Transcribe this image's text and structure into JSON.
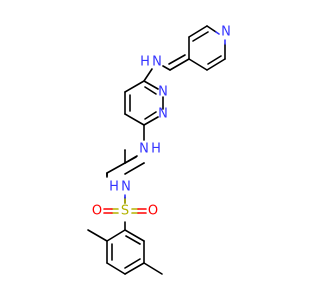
{
  "colors": {
    "carbon": "#000000",
    "nitrogen": "#3333ff",
    "sulfur": "#b3b300",
    "oxygen": "#ff0000",
    "background": "#ffffff"
  },
  "molecule": {
    "atoms": [
      {
        "id": "n_pyr",
        "symbol": "N",
        "label": "N",
        "element": "nitrogen"
      },
      {
        "id": "nh_top",
        "symbol": "NH",
        "label": "N",
        "sublabel": "H",
        "element": "nitrogen"
      },
      {
        "id": "n_pdz1",
        "symbol": "N",
        "label": "N",
        "element": "nitrogen"
      },
      {
        "id": "n_pdz2",
        "symbol": "N",
        "label": "N",
        "element": "nitrogen"
      },
      {
        "id": "nh_mid",
        "symbol": "NH",
        "label": "N",
        "sublabel": "H",
        "element": "nitrogen"
      },
      {
        "id": "nh_sul",
        "symbol": "HN",
        "label": "N",
        "sublabel": "H",
        "element": "nitrogen"
      },
      {
        "id": "s",
        "symbol": "S",
        "label": "S",
        "element": "sulfur"
      },
      {
        "id": "o_left",
        "symbol": "O",
        "label": "O",
        "element": "oxygen"
      },
      {
        "id": "o_right",
        "symbol": "O",
        "label": "O",
        "element": "oxygen"
      }
    ]
  }
}
